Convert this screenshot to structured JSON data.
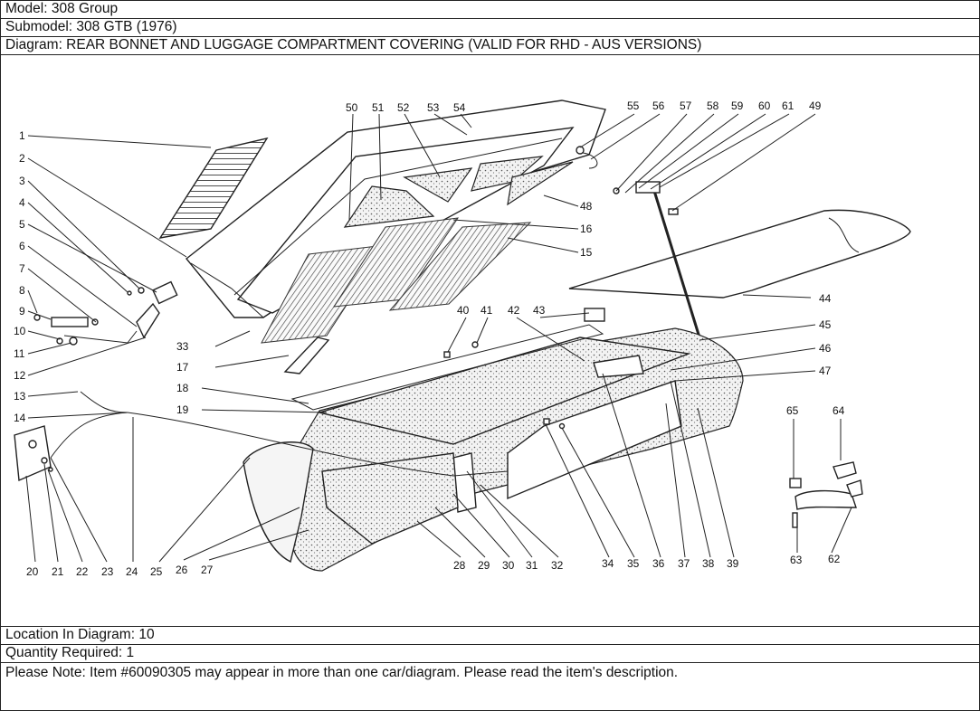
{
  "header": {
    "model": "Model: 308 Group",
    "submodel": "Submodel: 308 GTB (1976)",
    "diagram": "Diagram: REAR BONNET AND LUGGAGE COMPARTMENT COVERING (VALID FOR RHD - AUS VERSIONS)"
  },
  "footer": {
    "location": "Location In Diagram: 10",
    "quantity": "Quantity Required: 1",
    "note": "Please Note: Item #60090305 may appear in more than one car/diagram. Please read the item's description."
  },
  "callouts": {
    "c1": "1",
    "c2": "2",
    "c3": "3",
    "c4": "4",
    "c5": "5",
    "c6": "6",
    "c7": "7",
    "c8": "8",
    "c9": "9",
    "c10": "10",
    "c11": "11",
    "c12": "12",
    "c13": "13",
    "c14": "14",
    "c15": "15",
    "c16": "16",
    "c17": "17",
    "c18": "18",
    "c19": "19",
    "c20": "20",
    "c21": "21",
    "c22": "22",
    "c23": "23",
    "c24": "24",
    "c25": "25",
    "c26": "26",
    "c27": "27",
    "c28": "28",
    "c29": "29",
    "c30": "30",
    "c31": "31",
    "c32": "32",
    "c33": "33",
    "c34": "34",
    "c35": "35",
    "c36": "36",
    "c37": "37",
    "c38": "38",
    "c39": "39",
    "c40": "40",
    "c41": "41",
    "c42": "42",
    "c43": "43",
    "c44": "44",
    "c45": "45",
    "c46": "46",
    "c47": "47",
    "c48": "48",
    "c49": "49",
    "c50": "50",
    "c51": "51",
    "c52": "52",
    "c53": "53",
    "c54": "54",
    "c55": "55",
    "c56": "56",
    "c57": "57",
    "c58": "58",
    "c59": "59",
    "c60": "60",
    "c61": "61",
    "c62": "62",
    "c63": "63",
    "c64": "64",
    "c65": "65"
  }
}
